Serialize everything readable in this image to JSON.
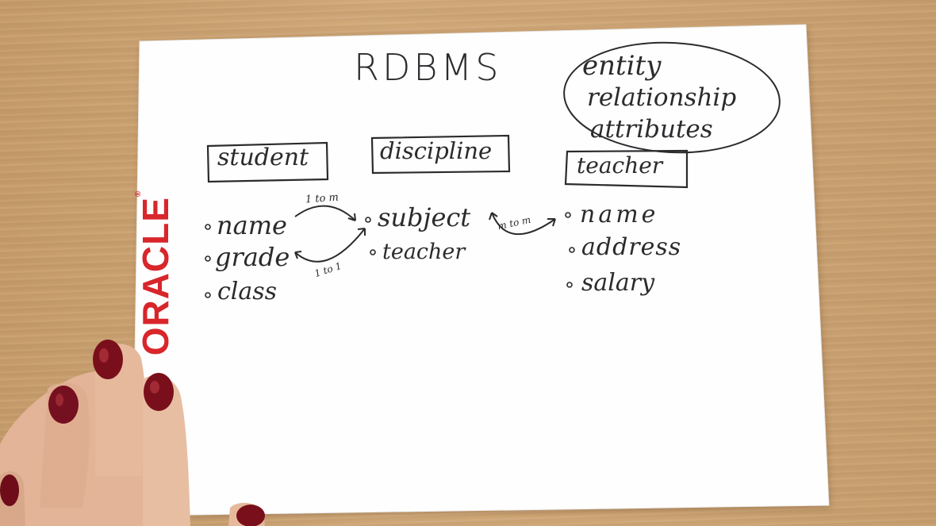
{
  "title": "RDBMS",
  "concepts": [
    "entity",
    "relationship",
    "attributes"
  ],
  "entities": [
    {
      "name": "student",
      "attributes": [
        "name",
        "grade",
        "class"
      ]
    },
    {
      "name": "discipline",
      "attributes": [
        "subject",
        "teacher"
      ]
    },
    {
      "name": "teacher",
      "attributes": [
        "name",
        "address",
        "salary"
      ]
    }
  ],
  "relationships": [
    {
      "label": "1 to m"
    },
    {
      "label": "1 to 1"
    },
    {
      "label": "m to m"
    }
  ],
  "logo": {
    "text": "ORACLE",
    "color": "#d8262b"
  },
  "colors": {
    "ink": "#2b2b2e",
    "paper": "#fefefe",
    "desk": "#cda474",
    "nail_polish": "#7a0f1c",
    "skin": "#e3b497"
  }
}
